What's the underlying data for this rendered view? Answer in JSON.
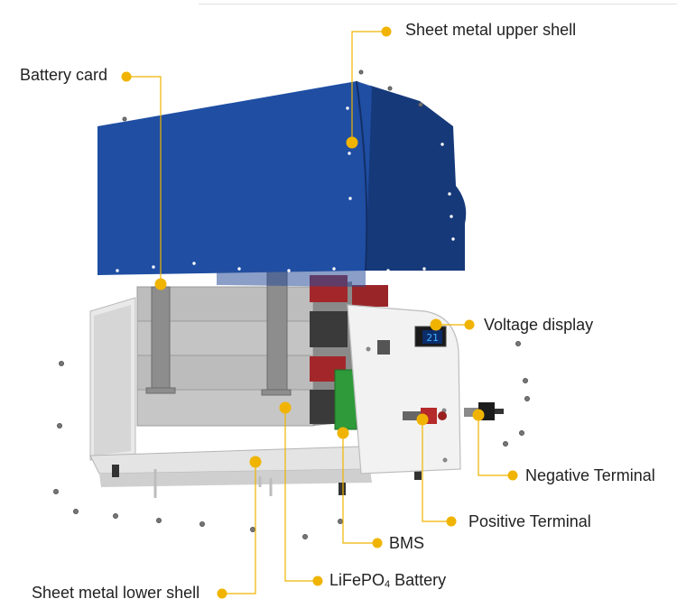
{
  "labels": {
    "upper_shell": "Sheet metal upper shell",
    "battery_card": "Battery card",
    "voltage_display": "Voltage display",
    "negative_terminal": "Negative Terminal",
    "positive_terminal": "Positive Terminal",
    "bms": "BMS",
    "lifepo4_main": "LiFePO",
    "lifepo4_sub": "4",
    "lifepo4_tail": " Battery",
    "lower_shell": "Sheet metal lower shell"
  },
  "display_reading": "21",
  "colors": {
    "callout": "#f0b400",
    "upper_shell": "#1f4ea3",
    "upper_shell_dark": "#16397a",
    "cells": "#b9b9b9",
    "tray": "#dcdcdc",
    "red_cap": "#a3272a",
    "bms": "#2e9a3a",
    "panel": "#f1f1f1",
    "label_text": "#222222"
  }
}
